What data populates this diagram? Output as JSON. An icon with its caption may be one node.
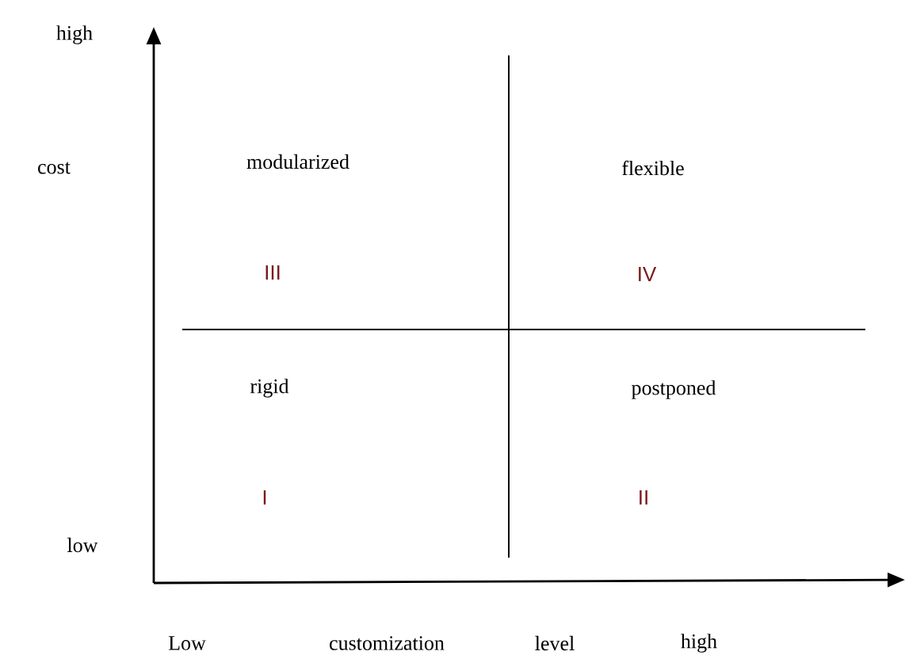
{
  "diagram": {
    "labels": [
      "high",
      "cost",
      "modularized",
      "flexible",
      "III",
      "IV",
      "rigid",
      "postponed",
      "I",
      "II",
      "low",
      "Low",
      "customization",
      "level",
      "high"
    ]
  }
}
